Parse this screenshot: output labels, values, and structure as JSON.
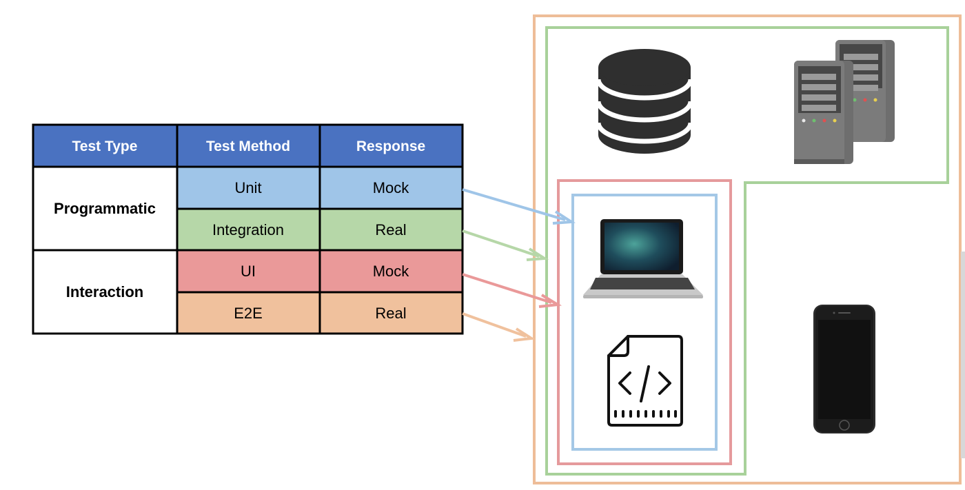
{
  "table": {
    "headers": [
      "Test Type",
      "Test Method",
      "Response"
    ],
    "groups": [
      {
        "label": "Programmatic"
      },
      {
        "label": "Interaction"
      }
    ],
    "rows": [
      {
        "method": "Unit",
        "response": "Mock",
        "color": "#9fc5e8"
      },
      {
        "method": "Integration",
        "response": "Real",
        "color": "#b6d7a8"
      },
      {
        "method": "UI",
        "response": "Mock",
        "color": "#ea9999"
      },
      {
        "method": "E2E",
        "response": "Real",
        "color": "#f0c19d"
      }
    ],
    "header_color": "#4a72c1"
  },
  "boundaries": {
    "e2e_color": "#eebd98",
    "integration_color": "#a8d19a",
    "ui_color": "#e59a9c",
    "unit_color": "#a4c8e6"
  },
  "icons": [
    "database-icon",
    "server-icon",
    "laptop-icon",
    "code-file-icon",
    "phone-icon"
  ]
}
